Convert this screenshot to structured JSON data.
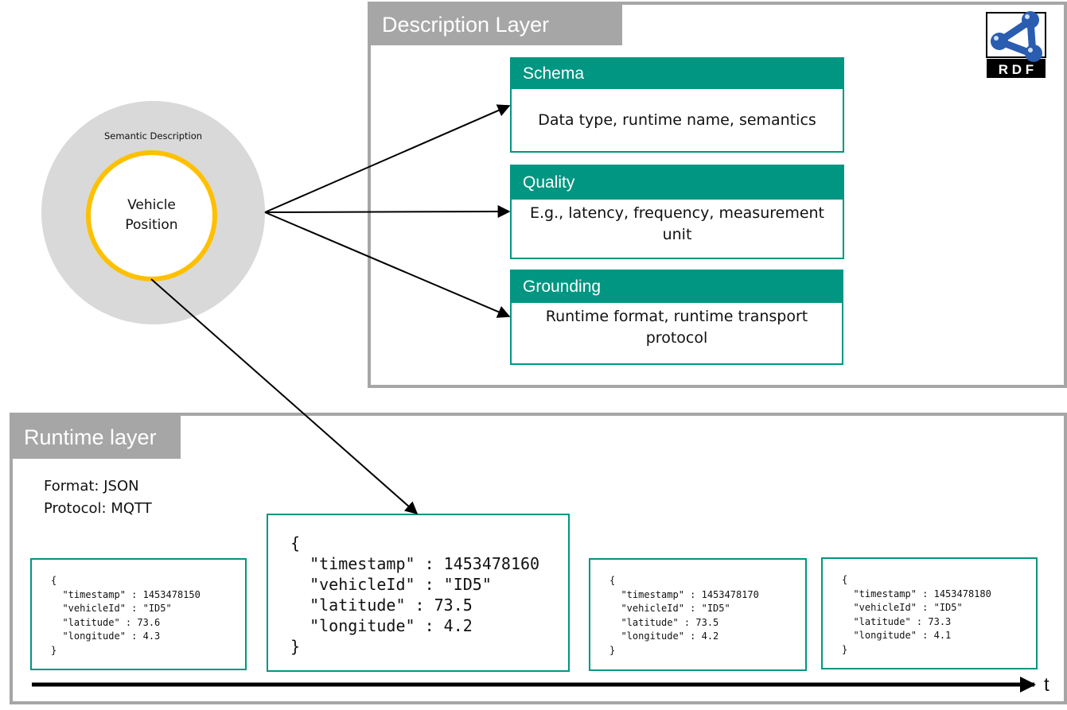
{
  "description_layer": {
    "title": "Description Layer",
    "logo": {
      "icon": "rdf-logo-icon",
      "text": "R D F",
      "color": "#2a5db0"
    },
    "components": [
      {
        "id": "schema",
        "title": "Schema",
        "body": "Data type, runtime name, semantics"
      },
      {
        "id": "quality",
        "title": "Quality",
        "body": "E.g., latency, frequency, measurement unit"
      },
      {
        "id": "grounding",
        "title": "Grounding",
        "body": "Runtime format, runtime transport protocol"
      }
    ]
  },
  "semantic_circle": {
    "caption": "Semantic Description",
    "inner_line1": "Vehicle",
    "inner_line2": "Position"
  },
  "runtime_layer": {
    "title": "Runtime layer",
    "format_line": "Format: JSON",
    "protocol_line": "Protocol: MQTT",
    "events": [
      {
        "text": "{\n  \"timestamp\" : 1453478150\n  \"vehicleId\" : \"ID5\"\n  \"latitude\" : 73.6\n  \"longitude\" : 4.3\n}"
      },
      {
        "text": "{\n  \"timestamp\" : 1453478160\n  \"vehicleId\" : \"ID5\"\n  \"latitude\" : 73.5\n  \"longitude\" : 4.2\n}"
      },
      {
        "text": "{\n  \"timestamp\" : 1453478170\n  \"vehicleId\" : \"ID5\"\n  \"latitude\" : 73.5\n  \"longitude\" : 4.2\n}"
      },
      {
        "text": "{\n  \"timestamp\" : 1453478180\n  \"vehicleId\" : \"ID5\"\n  \"latitude\" : 73.3\n  \"longitude\" : 4.1\n}"
      }
    ],
    "time_axis_label": "t"
  },
  "colors": {
    "teal": "#009682",
    "gray_frame": "#a6a6a6",
    "circle_fill": "#d9d9d9",
    "ring": "#ffc000"
  }
}
